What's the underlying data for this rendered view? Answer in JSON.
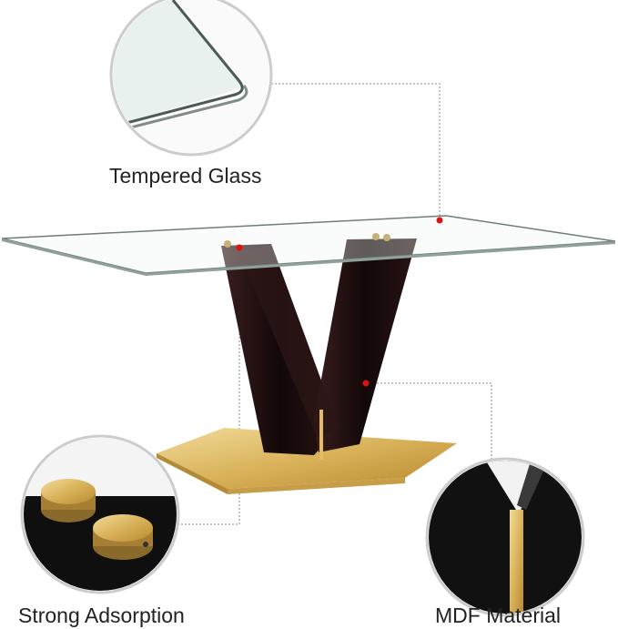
{
  "callouts": {
    "glass": {
      "label": "Tempered Glass"
    },
    "adsorption": {
      "label": "Strong Adsorption"
    },
    "mdf": {
      "label": "MDF Material"
    }
  },
  "colors": {
    "leg": "#1a0d0d",
    "gold": "#d9b25a",
    "marker": "#e01010",
    "glass_edge": "#6f7d78"
  }
}
